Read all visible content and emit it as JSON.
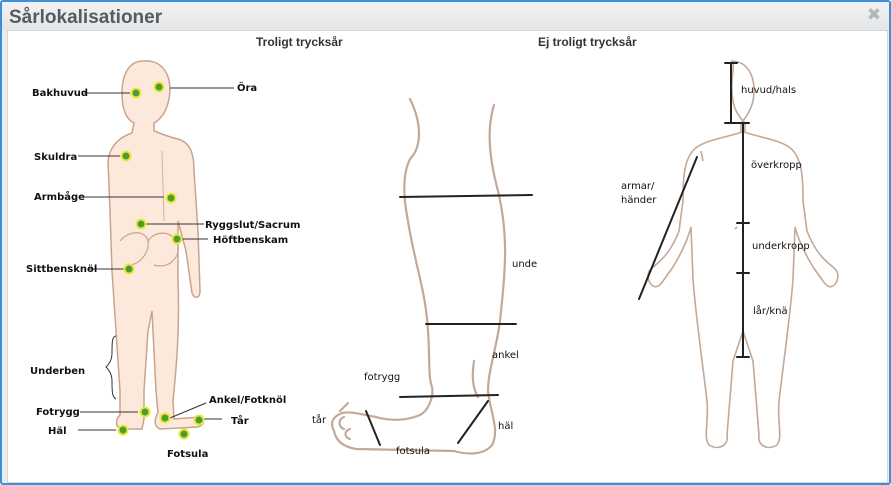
{
  "dialog": {
    "title": "Sårlokalisationer",
    "close_symbol": "✖"
  },
  "headings": {
    "pressure": "Troligt trycksår",
    "not_pressure": "Ej troligt trycksår"
  },
  "pressure_points": {
    "bakhuvud": "Bakhuvud",
    "ora": "Öra",
    "skuldra": "Skuldra",
    "armbage": "Armbåge",
    "ryggslut": "Ryggslut/Sacrum",
    "hoftbenskam": "Höftbenskam",
    "sittbensknol": "Sittbensknöl",
    "underben": "Underben",
    "ankel_fotknol": "Ankel/Fotknöl",
    "fotrygg": "Fotrygg",
    "tar": "Tår",
    "hal": "Häl",
    "fotsula": "Fotsula"
  },
  "leg_labels": {
    "underben": "underben",
    "ankel": "ankel",
    "fotrygg": "fotrygg",
    "tar": "tår",
    "hal": "häl",
    "fotsula": "fotsula"
  },
  "body_labels": {
    "huvud_hals": "huvud/hals",
    "overkropp": "överkropp",
    "armar_line1": "armar/",
    "armar_line2": "händer",
    "underkropp": "underkropp",
    "lar_kna": "lår/knä"
  },
  "colors": {
    "accent_border": "#3d8fd6",
    "marker_fill": "#4d9a3a",
    "marker_ring": "#e8e835",
    "skin": "#fde9dc",
    "outline": "#c8a48f",
    "leg_outline": "#c4a898"
  }
}
